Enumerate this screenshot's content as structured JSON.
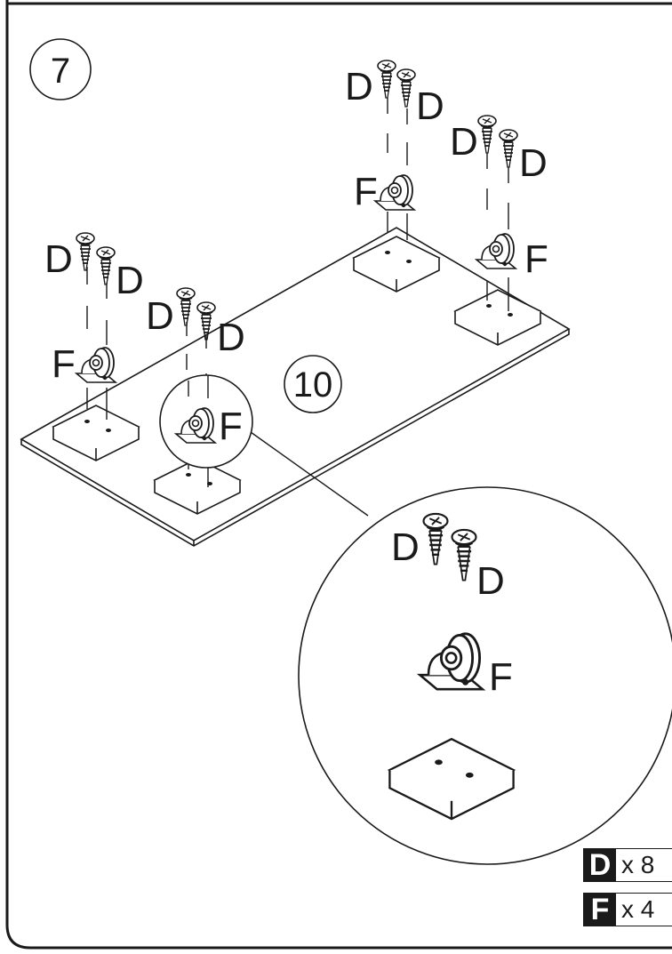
{
  "step": {
    "number": "7"
  },
  "board": {
    "panel_number": "10"
  },
  "parts": {
    "screw": "D",
    "caster": "F"
  },
  "quantities": [
    {
      "part": "D",
      "count": "x 8"
    },
    {
      "part": "F",
      "count": "x 4"
    }
  ],
  "colors": {
    "ink": "#1a1a1a",
    "paper": "#ffffff"
  }
}
